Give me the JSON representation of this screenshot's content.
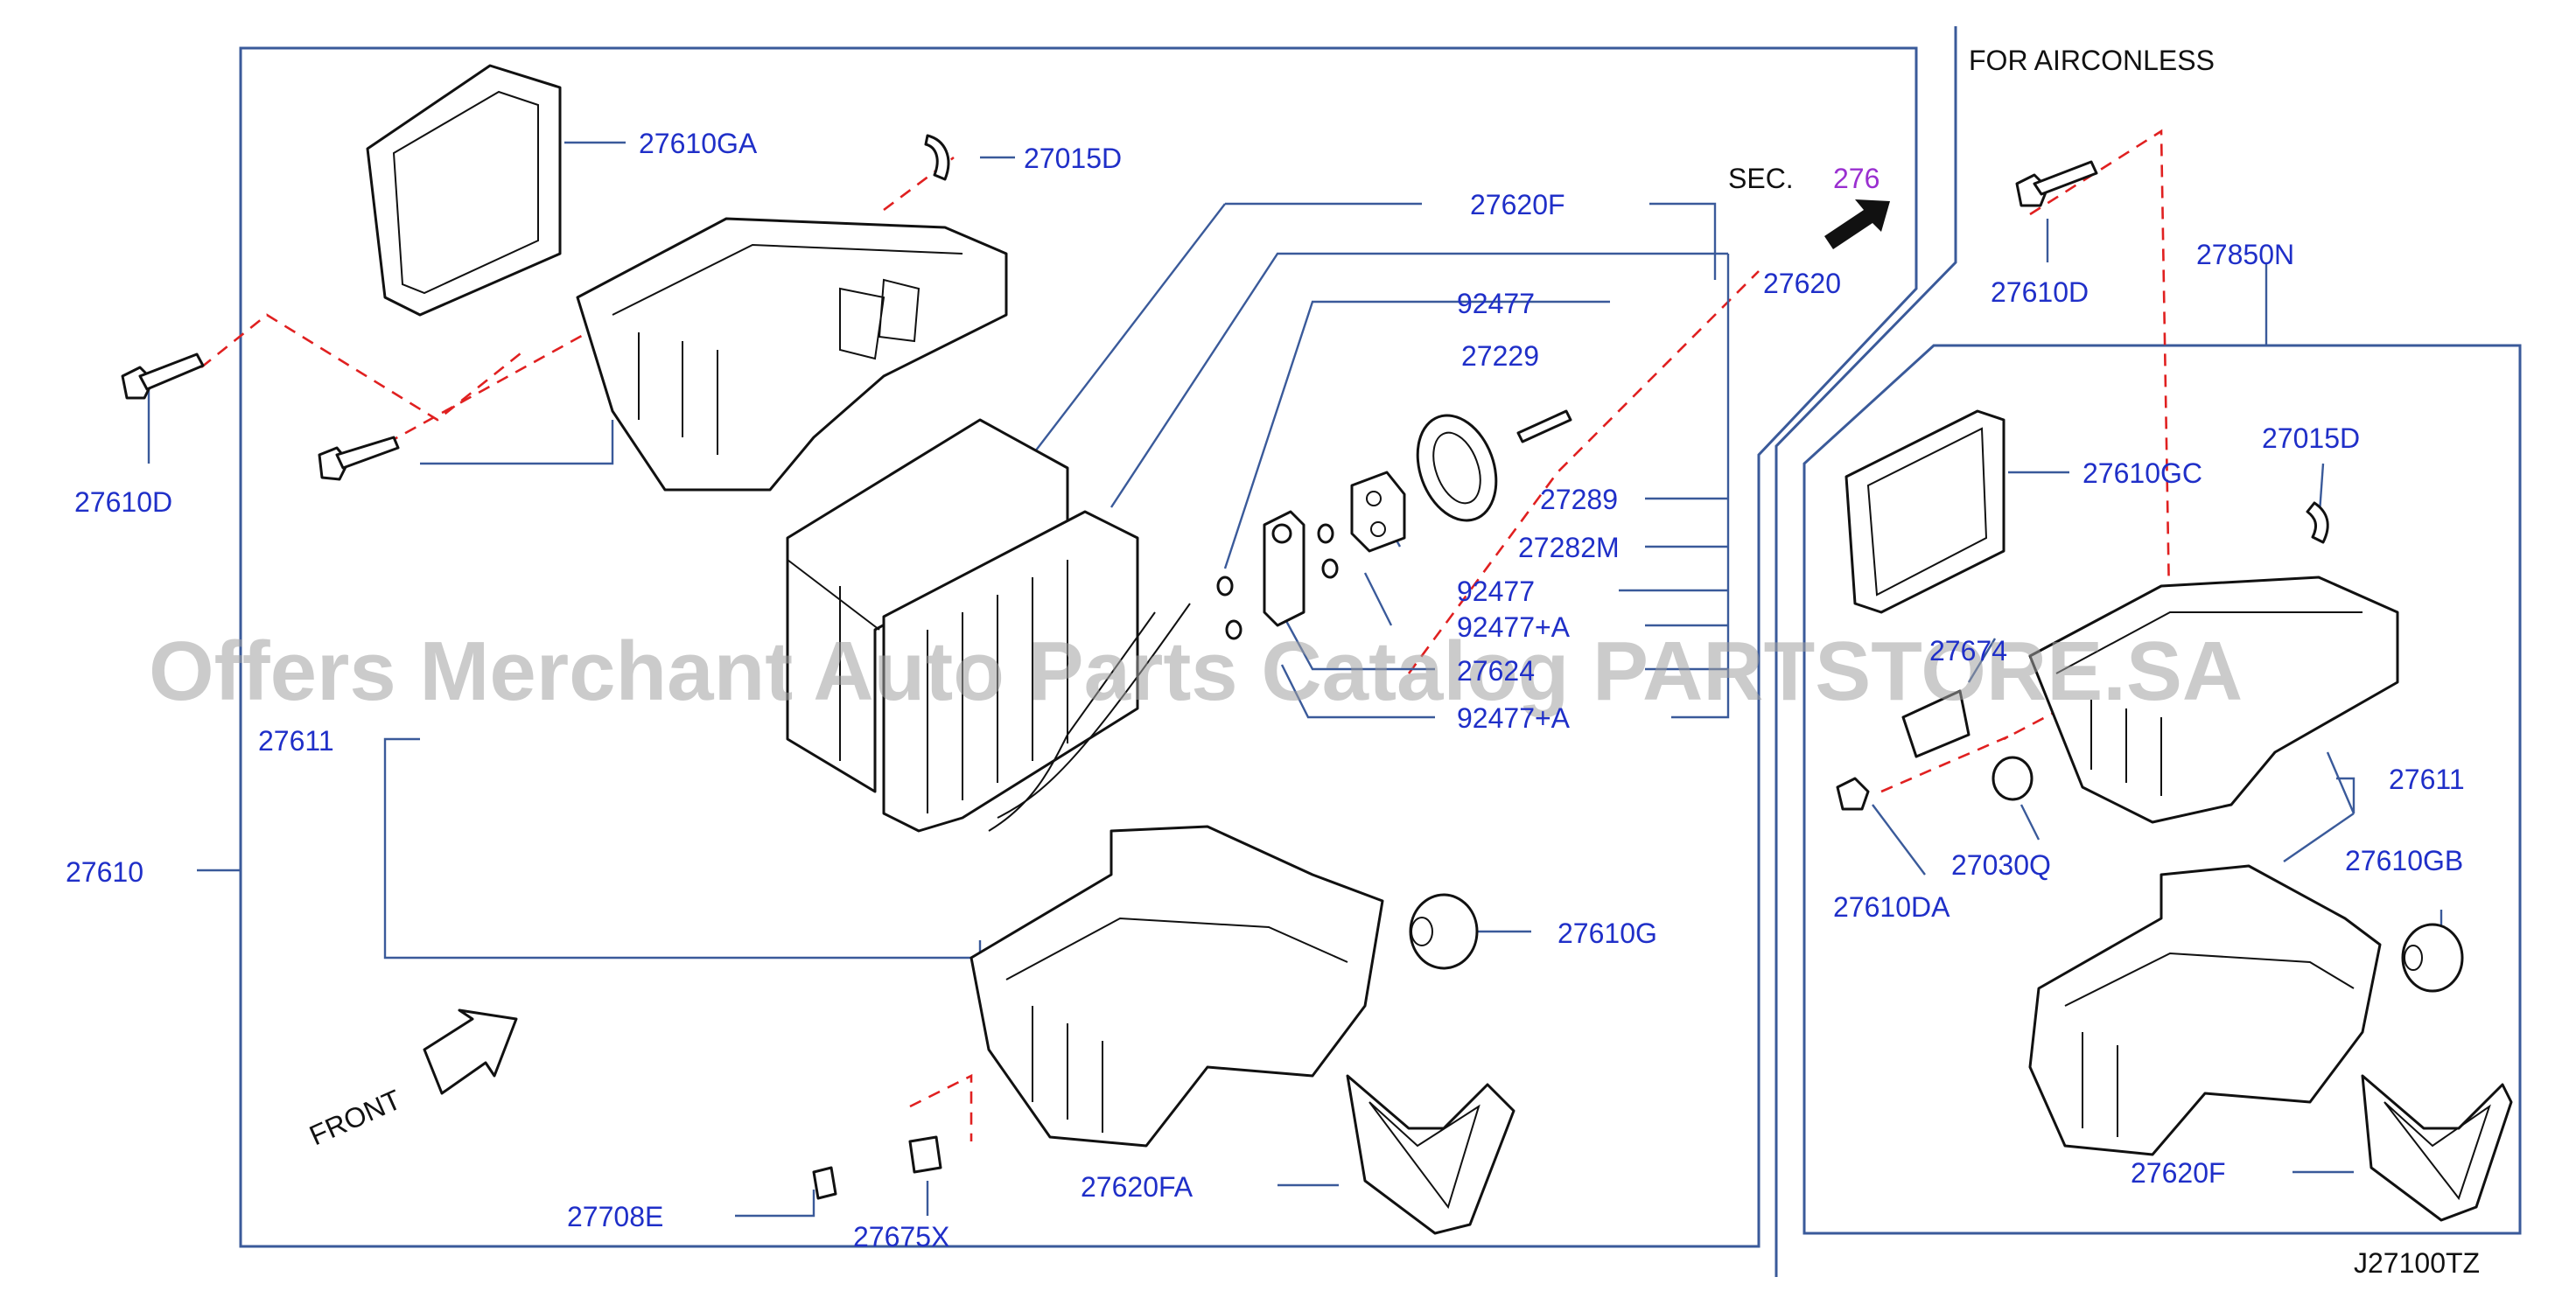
{
  "header": {
    "note": "FOR   AIRCONLESS",
    "sec_prefix": "SEC.",
    "sec_ref": "276",
    "front_label": "FRONT",
    "diagram_code": "J27100TZ"
  },
  "watermark": "Offers Merchant Auto Parts Catalog PARTSTORE.SA",
  "labels": {
    "p27610GA": "27610GA",
    "p27015D_a": "27015D",
    "p27620F_a": "27620F",
    "p27620": "27620",
    "p92477_a": "92477",
    "p27229": "27229",
    "p27289": "27289",
    "p27282M": "27282M",
    "p92477_b": "92477",
    "p92477A_a": "92477+A",
    "p27624": "27624",
    "p92477A_b": "92477+A",
    "p27610D_a": "27610D",
    "p27611_a": "27611",
    "p27610": "27610",
    "p27610G": "27610G",
    "p27620FA": "27620FA",
    "p27708E": "27708E",
    "p27675X": "27675X",
    "p27610D_b": "27610D",
    "p27850N": "27850N",
    "p27610GC": "27610GC",
    "p27015D_b": "27015D",
    "p27674": "27674",
    "p27611_b": "27611",
    "p27610DA": "27610DA",
    "p27030Q": "27030Q",
    "p27610GB": "27610GB",
    "p27620F_b": "27620F"
  },
  "colors": {
    "label": "#1f2fc8",
    "leader": "#3a5a9a",
    "dashed_line": "#e02020",
    "section_ref": "#9a2fd0"
  }
}
